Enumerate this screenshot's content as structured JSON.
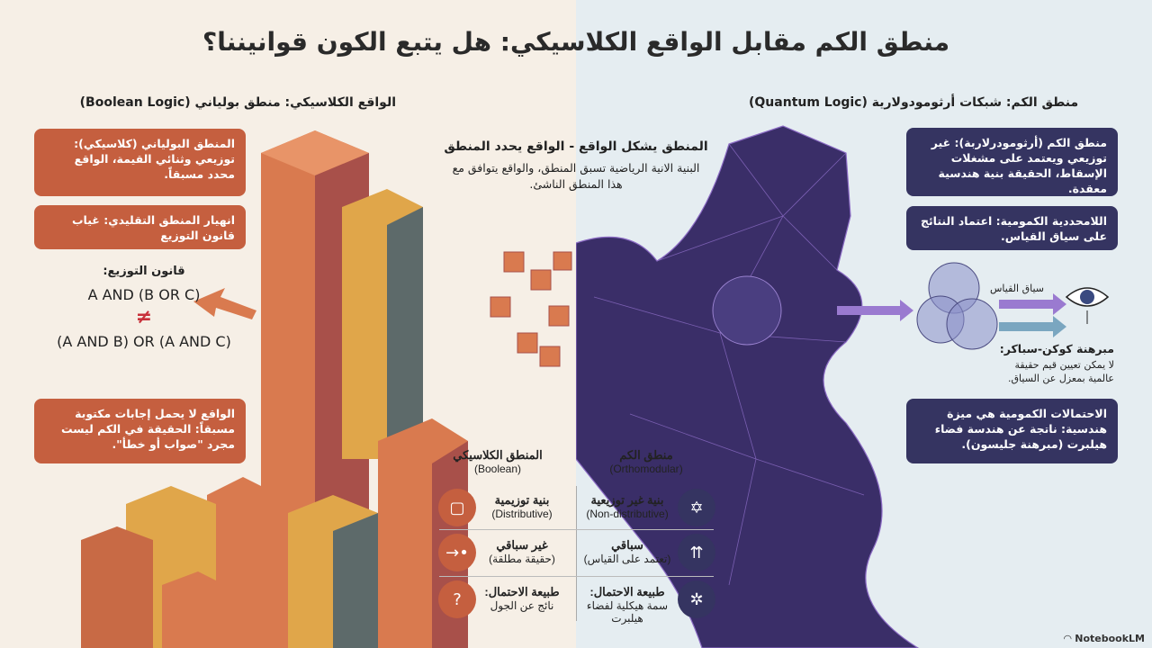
{
  "title": "منطق الكم مقابل الواقع الكلاسيكي: هل يتبع الكون قوانيننا؟",
  "left": {
    "subtitle": "الواقع الكلاسيكي: منطق بولياني (Boolean Logic)",
    "box1": "المنطق البولياني (كلاسيكي): توزيعي وثنائي القيمة، الواقع محدد مسبقاً.",
    "box2": "انهيار المنطق التقليدي: غياب قانون التوزيع",
    "law_label": "قانون التوزيع:",
    "law_lhs": "A AND (B OR C)",
    "law_neq": "≠",
    "law_rhs": "(A AND B) OR (A AND C)",
    "box3": "الواقع لا يحمل إجابات مكتوبة مسبقاً: الحقيقة في الكم ليست مجرد \"صواب أو خطأ\"."
  },
  "center": {
    "heading": "المنطق يشكل الواقع - الواقع يحدد المنطق",
    "text": "البنية الانية الرياضية تسبق المنطق، والواقع يتوافق مع هذا المنطق الناشئ."
  },
  "right": {
    "subtitle": "منطق الكم: شبكات أرثومودولارية (Quantum Logic)",
    "box1": "منطق الكم (أرثومودرلاربة): غير توزيعي ويعتمد على مشغلات الإسقاط، الحقيقة بنية هندسية معقدة.",
    "box2": "اللامحددية الكمومية: اعتماد النتائج على سياق القياس.",
    "measure_label": "سياق القياس",
    "theorem_title": "مبرهنة كوكن-سباكر:",
    "theorem_text": "لا يمكن تعيين قيم حقيقة عالمية بمعزل عن السياق.",
    "box3": "الاحتمالات الكمومية هي ميزة هندسية: ناتجة عن هندسة فضاء هيلبرت (مبرهنة جليسون)."
  },
  "table": {
    "classical_header": "المنطق الكلاسيكي",
    "classical_sub": "(Boolean)",
    "quantum_header": "منطق الكم",
    "quantum_sub": "(Orthomodular)",
    "rows": [
      {
        "c_title": "بنية توزيمية",
        "c_sub": "(Distributive)",
        "c_icon": "cube-icon",
        "q_title": "بنية غير توزيعية",
        "q_sub": "(Non-distributive)",
        "q_icon": "star-lattice-icon"
      },
      {
        "c_title": "غير سباقي",
        "c_sub": "(حقيقة مطلقة)",
        "c_icon": "arrow-point-icon",
        "q_title": "سباقي",
        "q_sub": "(تعتمد على القياس)",
        "q_icon": "branching-arrows-icon"
      },
      {
        "c_title": "طبيعة الاحتمال:",
        "c_sub": "نائج عن الجول",
        "c_icon": "question-box-icon",
        "q_title": "طبيعة الاحتمال:",
        "q_sub": "سمة هيكلية لفضاء هيلبرت",
        "q_icon": "network-icon"
      }
    ]
  },
  "watermark": "NotebookLM",
  "colors": {
    "classical": "#c55f3f",
    "quantum": "#353461",
    "bg_left": "#f6efe6",
    "bg_right": "#e5edf1"
  }
}
